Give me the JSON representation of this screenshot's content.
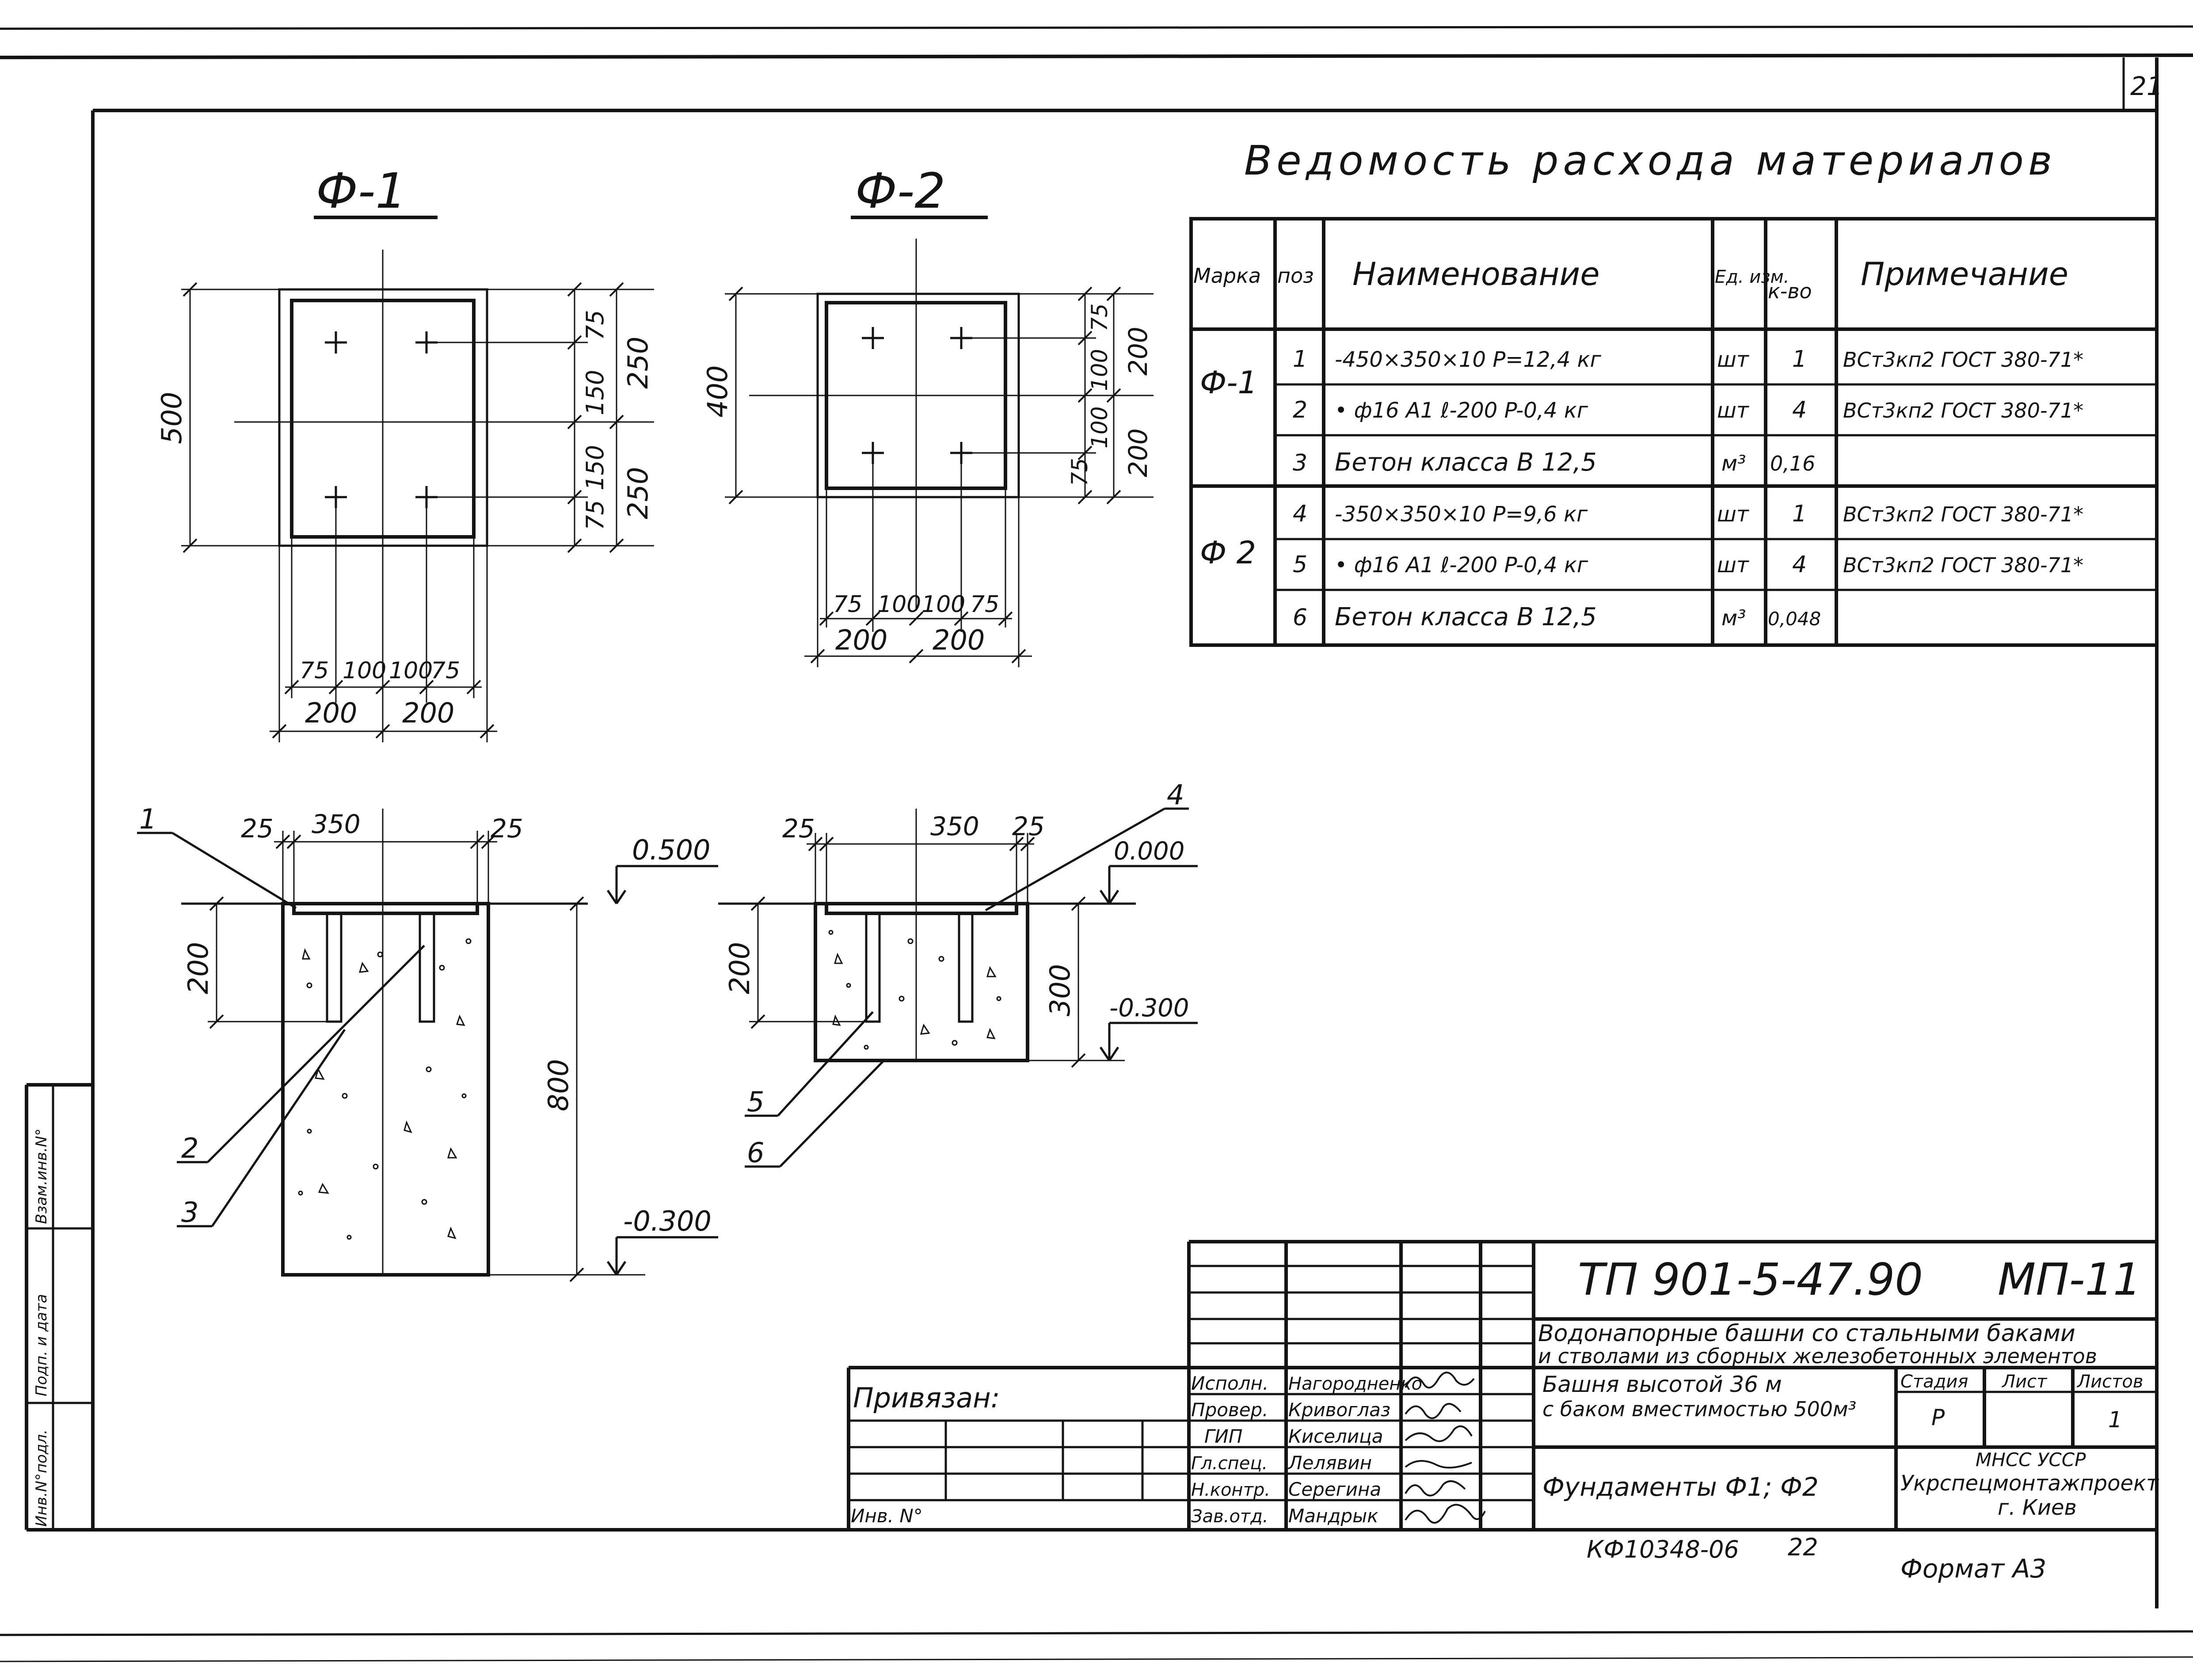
{
  "sheet_number": "21",
  "format_label": "Формат А3",
  "copy_code": "КФ10348-06",
  "copy_number": "22",
  "views": {
    "f1_title": "Ф-1",
    "f2_title": "Ф-2",
    "f1_plan": {
      "overall": "500",
      "half_top": "250",
      "half_bottom": "250",
      "rows": [
        "75",
        "150",
        "150",
        "75"
      ],
      "cols": [
        "75",
        "100",
        "100",
        "75"
      ],
      "halves": [
        "200",
        "200"
      ]
    },
    "f2_plan": {
      "overall": "400",
      "right_outer": [
        "200",
        "200"
      ],
      "rows": [
        "75",
        "100",
        "100",
        "75"
      ],
      "cols": [
        "75",
        "100",
        "100",
        "75"
      ],
      "halves": [
        "200",
        "200"
      ]
    },
    "f1_section": {
      "top_dims": [
        "25",
        "350",
        "25"
      ],
      "anchor_len": "200",
      "height": "800",
      "level_top": "0.500",
      "level_bottom": "-0.300",
      "leaders": [
        "1",
        "2",
        "3"
      ]
    },
    "f2_section": {
      "top_dims": [
        "25",
        "350",
        "25"
      ],
      "anchor_len": "200",
      "height": "300",
      "level_top": "0.000",
      "level_bottom": "-0.300",
      "leaders": [
        "4",
        "5",
        "6"
      ]
    }
  },
  "materials": {
    "title": "Ведомость расхода материалов",
    "headers": {
      "mark": "Марка",
      "pos": "поз",
      "name": "Наименование",
      "unit": "Ед. изм.",
      "qty": "к-во",
      "note": "Примечание"
    },
    "groups": [
      {
        "mark": "Ф-1",
        "rows": [
          {
            "pos": "1",
            "name": "-450×350×10   P=12,4 кг",
            "unit": "шт",
            "qty": "1",
            "note": "ВСт3кп2 ГОСТ 380-71*"
          },
          {
            "pos": "2",
            "name": "• ф16 А1  ℓ-200   P-0,4 кг",
            "unit": "шт",
            "qty": "4",
            "note": "ВСт3кп2 ГОСТ 380-71*"
          },
          {
            "pos": "3",
            "name": "Бетон класса   В 12,5",
            "unit": "м³",
            "qty": "0,16",
            "note": ""
          }
        ]
      },
      {
        "mark": "Ф 2",
        "rows": [
          {
            "pos": "4",
            "name": "-350×350×10   P=9,6 кг",
            "unit": "шт",
            "qty": "1",
            "note": "ВСт3кп2 ГОСТ 380-71*"
          },
          {
            "pos": "5",
            "name": "• ф16 А1  ℓ-200   P-0,4 кг",
            "unit": "шт",
            "qty": "4",
            "note": "ВСт3кп2 ГОСТ 380-71*"
          },
          {
            "pos": "6",
            "name": "Бетон класса   В 12,5",
            "unit": "м³",
            "qty": "0,048",
            "note": ""
          }
        ]
      }
    ]
  },
  "title_block": {
    "code": "ТП 901-5-47.90",
    "suffix": "МП-11",
    "project_line1": "Водонапорные башни со стальными баками",
    "project_line2": "и стволами из сборных железобетонных элементов",
    "object_line1": "Башня высотой 36 м",
    "object_line2": "с баком вместимостью 500м³",
    "stage_label": "Стадия",
    "sheet_label": "Лист",
    "sheets_label": "Листов",
    "stage_value": "Р",
    "sheets_value": "1",
    "drawing_title": "Фундаменты Ф1; Ф2",
    "org_line1": "МНСС УССР",
    "org_line2": "Укрспецмонтажпроект",
    "org_line3": "г. Киев",
    "binding_label": "Привязан:",
    "inv_label": "Инв. N°",
    "staff": [
      {
        "role": "Исполн.",
        "name": "Нагородненко"
      },
      {
        "role": "Провер.",
        "name": "Кривоглаз"
      },
      {
        "role": "ГИП",
        "name": "Киселица"
      },
      {
        "role": "Гл.спец.",
        "name": "Лелявин"
      },
      {
        "role": "Н.контр.",
        "name": "Серегина"
      },
      {
        "role": "Зав.отд.",
        "name": "Мандрык"
      }
    ]
  },
  "side_stamp": [
    "Инв.N°подл.",
    "Подп. и дата",
    "Взам.инв.N°"
  ]
}
